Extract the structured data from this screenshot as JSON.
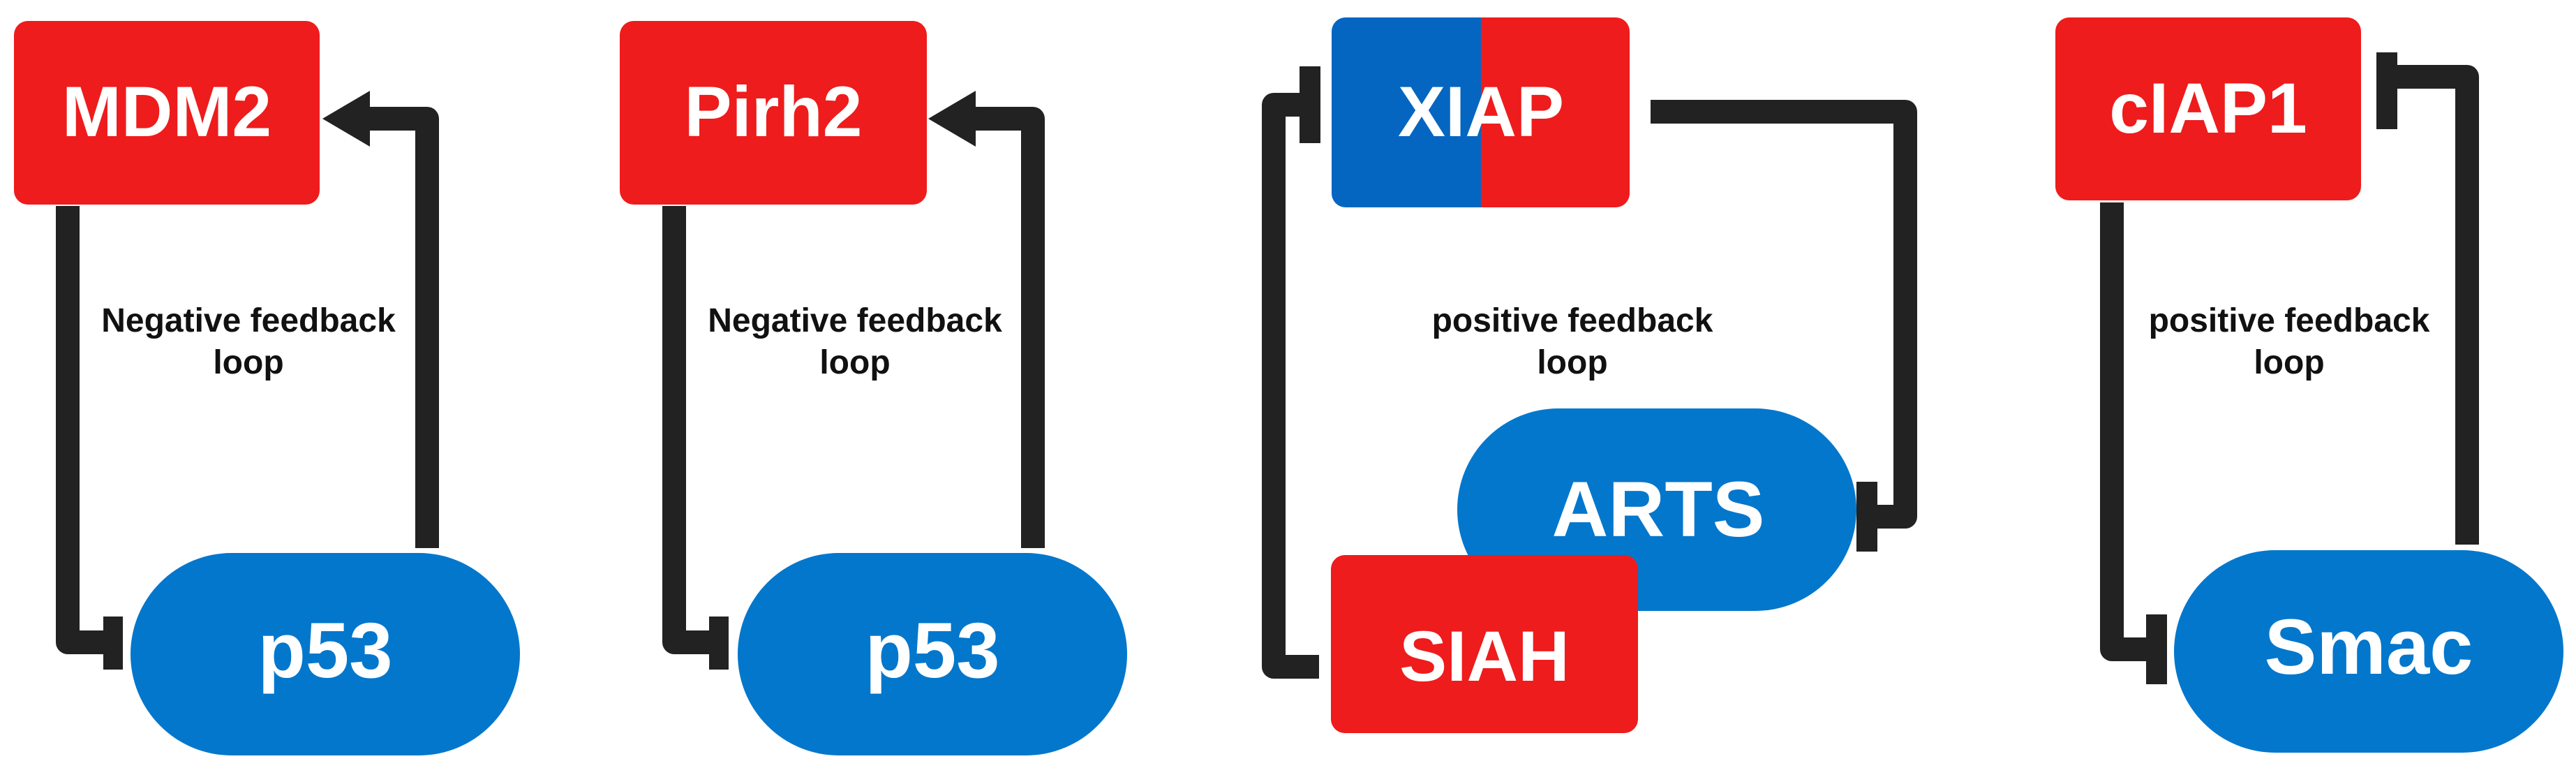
{
  "colors": {
    "red": "#EE1C1C",
    "blue": "#0377CC",
    "blue_dark": "#0566C2",
    "connector": "#222222",
    "text_white": "#FFFFFF",
    "text_dark": "#111111"
  },
  "panels": [
    {
      "id": "mdm2-p53",
      "top_node": "MDM2",
      "bottom_node": "p53",
      "loop_label_line1": "Negative feedback",
      "loop_label_line2": "loop",
      "left_connector": "inhibition",
      "right_connector": "activation"
    },
    {
      "id": "pirh2-p53",
      "top_node": "Pirh2",
      "bottom_node": "p53",
      "loop_label_line1": "Negative feedback",
      "loop_label_line2": "loop",
      "left_connector": "inhibition",
      "right_connector": "activation"
    },
    {
      "id": "xiap-arts-siah",
      "top_node": "XIAP",
      "middle_node": "ARTS",
      "bottom_node": "SIAH",
      "loop_label_line1": "positive feedback",
      "loop_label_line2": "loop",
      "left_connector": "inhibition",
      "right_connector": "inhibition"
    },
    {
      "id": "ciap1-smac",
      "top_node": "cIAP1",
      "bottom_node": "Smac",
      "loop_label_line1": "positive feedback",
      "loop_label_line2": "loop",
      "left_connector": "inhibition",
      "right_connector": "inhibition"
    }
  ]
}
